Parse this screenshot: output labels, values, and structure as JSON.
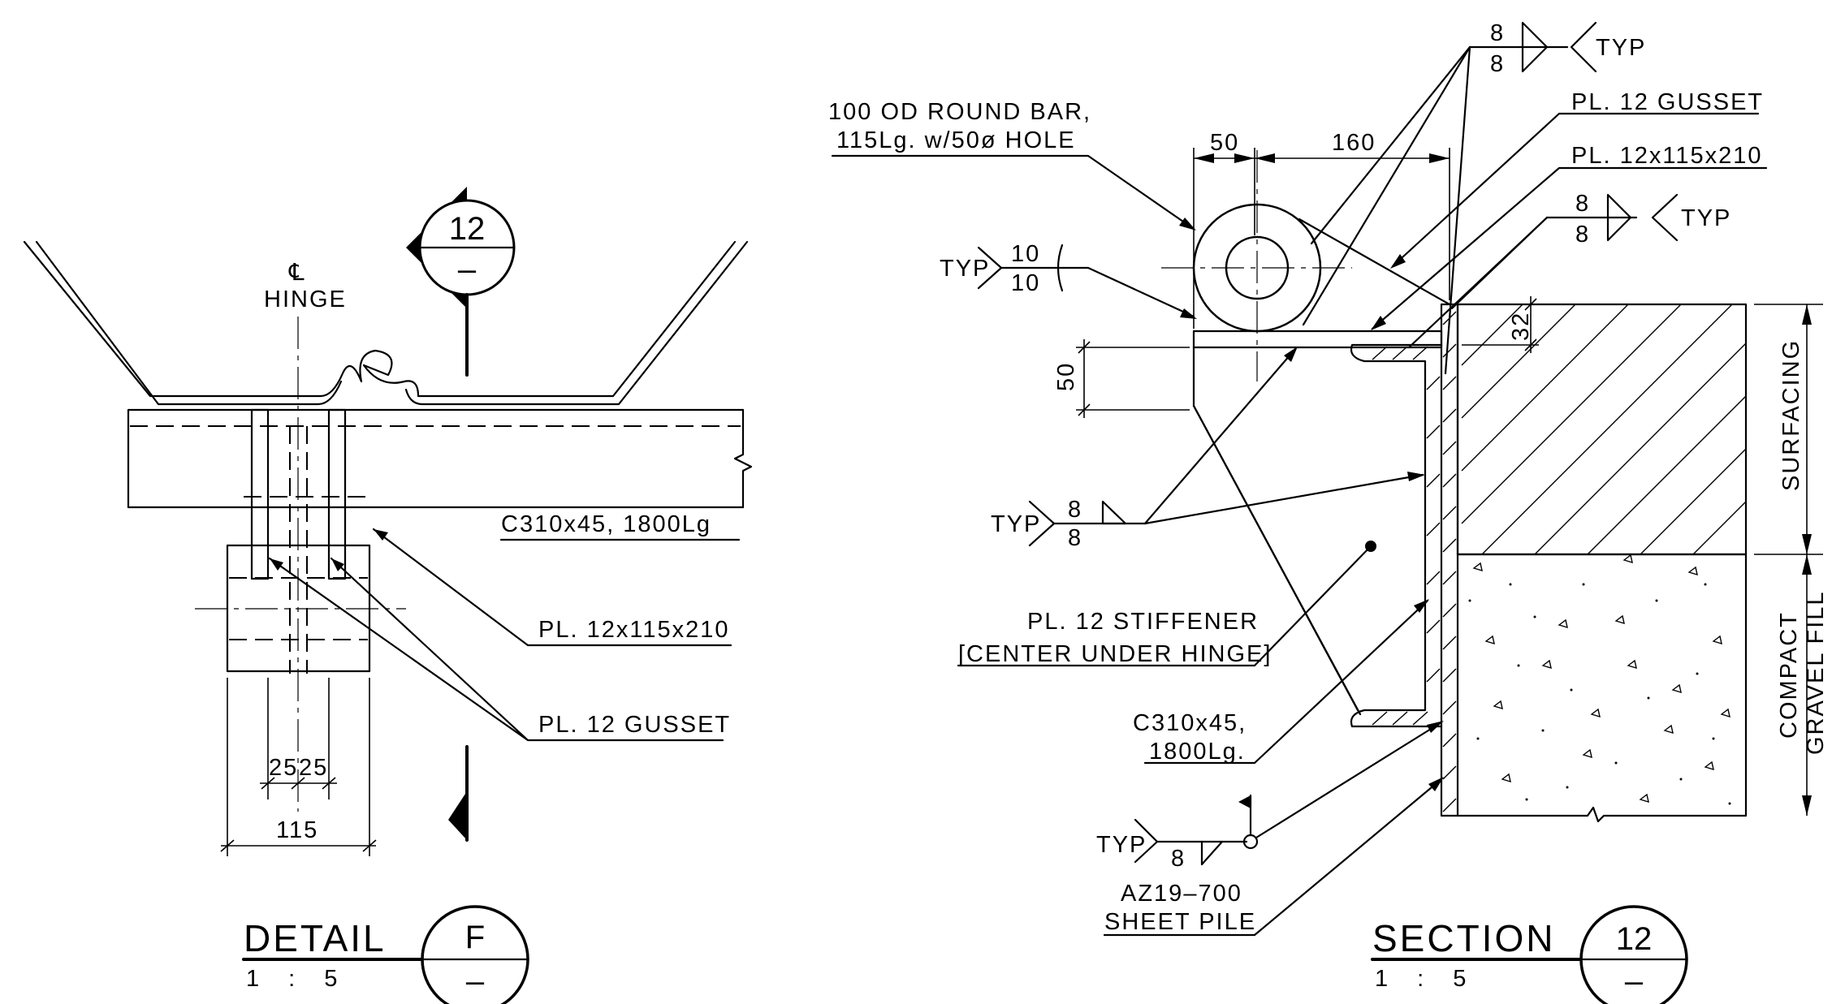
{
  "detail_f": {
    "centerline_symbol": "℄",
    "centerline_label": "HINGE",
    "section_marker_top": "12",
    "section_marker_bottom": "–",
    "channel_label": "C310x45, 1800Lg",
    "plate_label": "PL. 12x115x210",
    "gusset_label": "PL. 12 GUSSET",
    "dim_25a": "25",
    "dim_25b": "25",
    "dim_115": "115",
    "title": "DETAIL",
    "scale": "1 : 5",
    "bubble_top": "F",
    "bubble_bottom": "–"
  },
  "section_12": {
    "round_bar_line1": "100 OD ROUND BAR,",
    "round_bar_line2": "115Lg. w/50ø HOLE",
    "dim_50_top": "50",
    "dim_160": "160",
    "weld_top_num": "8",
    "weld_top_den": "8",
    "weld_top_typ": "TYP",
    "gusset_label": "PL. 12 GUSSET",
    "plate_label": "PL. 12x115x210",
    "weld_right_num": "8",
    "weld_right_den": "8",
    "weld_right_typ": "TYP",
    "weld_left_typ": "TYP",
    "weld_left_num": "10",
    "weld_left_den": "10",
    "dim_50_side": "50",
    "dim_32": "32",
    "surfacing_label": "SURFACING",
    "gravel_line1": "COMPACT",
    "gravel_line2": "GRAVEL FILL",
    "weld_mid_typ": "TYP",
    "weld_mid_num": "8",
    "weld_mid_den": "8",
    "stiffener_line1": "PL. 12 STIFFENER",
    "stiffener_line2": "[CENTER UNDER HINGE]",
    "channel_line1": "C310x45,",
    "channel_line2": "1800Lg.",
    "weld_bottom_typ": "TYP",
    "weld_bottom_num": "8",
    "pile_line1": "AZ19–700",
    "pile_line2": "SHEET PILE",
    "title": "SECTION",
    "scale": "1 : 5",
    "bubble_top": "12",
    "bubble_bottom": "–"
  }
}
